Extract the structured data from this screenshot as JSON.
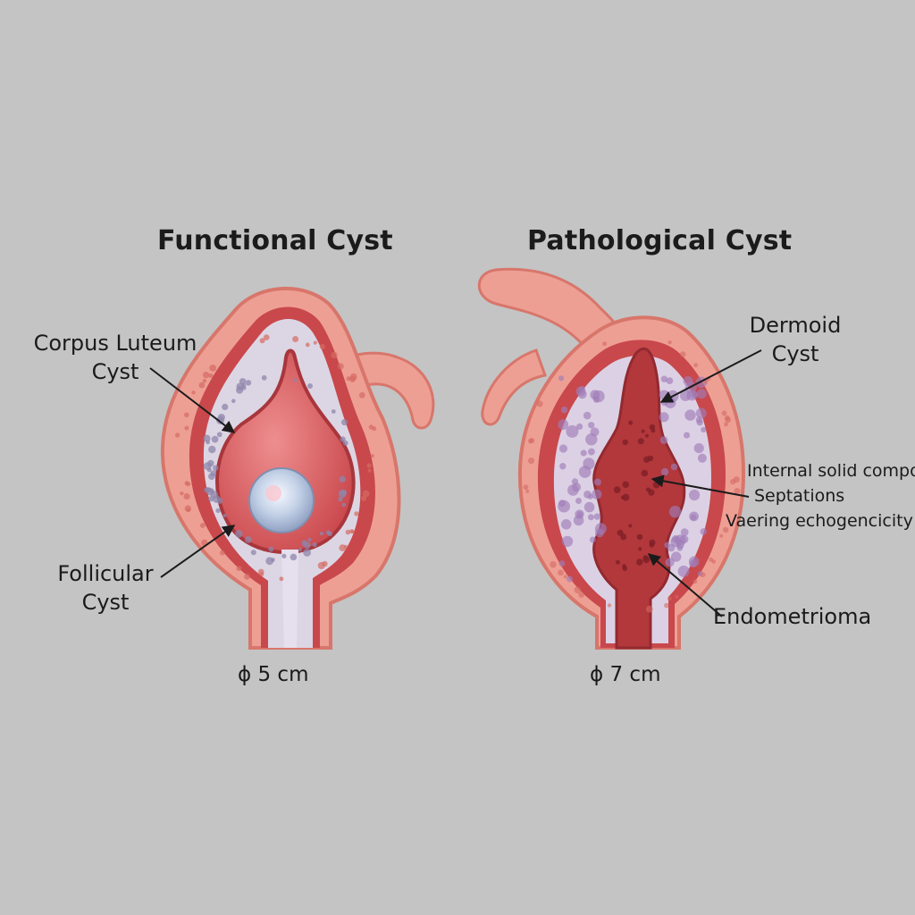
{
  "left": {
    "title": "Functional Cyst",
    "labels": {
      "corpus_luteum_line1": "Corpus Luteum",
      "corpus_luteum_line2": "Cyst",
      "follicular_line1": "Follicular",
      "follicular_line2": "Cyst"
    },
    "diameter": "ϕ 5 cm"
  },
  "right": {
    "title": "Pathological Cyst",
    "labels": {
      "dermoid_line1": "Dermoid",
      "dermoid_line2": "Cyst",
      "internal_solid": "Internal solid compo",
      "septations": "Septations",
      "echogenicity": "Vaering echogencicity",
      "endometrioma": "Endometrioma"
    },
    "diameter": "ϕ 7 cm"
  },
  "colors": {
    "background": "#c4c4c4",
    "outer_tissue": "#ee9f94",
    "outer_rim": "#d8766b",
    "cyst_wall": "#c8484c",
    "lumen": "#d95a5e",
    "stroma": "#dcd6e4",
    "deep_core": "#b2383c",
    "follicle": "#c2d0e6"
  }
}
